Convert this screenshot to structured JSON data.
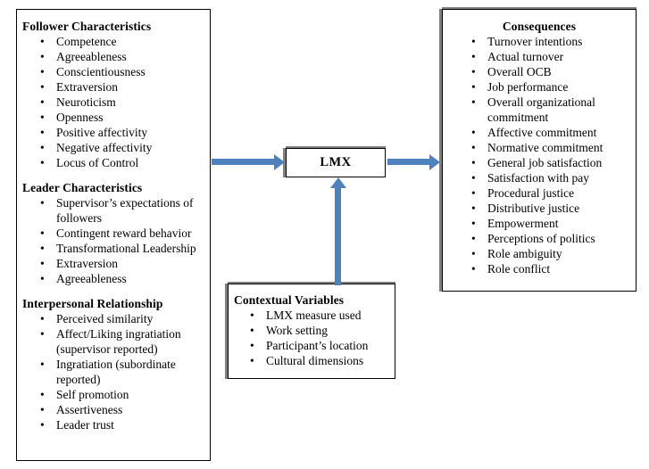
{
  "diagram": {
    "title_implied": "LMX antecedents, contextual variables and consequences model",
    "accent_color": "#4f81bd",
    "border_color": "#000000",
    "shadow_color": "#808080",
    "bullet_glyph": "•"
  },
  "antecedents_box": {
    "name": "antecedents",
    "groups": [
      {
        "heading": "Follower Characteristics",
        "items": [
          "Competence",
          "Agreeableness",
          "Conscientiousness",
          "Extraversion",
          "Neuroticism",
          "Openness",
          "Positive affectivity",
          "Negative affectivity",
          "Locus of Control"
        ]
      },
      {
        "heading": "Leader Characteristics",
        "items": [
          "Supervisor’s expectations of followers",
          "Contingent reward behavior",
          "Transformational Leadership",
          "Extraversion",
          "Agreeableness"
        ]
      },
      {
        "heading": "Interpersonal Relationship",
        "items": [
          "Perceived similarity",
          "Affect/Liking ingratiation (supervisor reported)",
          "Ingratiation (subordinate reported)",
          "Self promotion",
          "Assertiveness",
          "Leader trust"
        ]
      }
    ]
  },
  "lmx_box": {
    "label": "LMX"
  },
  "contextual_box": {
    "heading": "Contextual Variables",
    "items": [
      "LMX measure used",
      "Work setting",
      "Participant’s location",
      "Cultural dimensions"
    ]
  },
  "consequences_box": {
    "heading": "Consequences",
    "items": [
      "Turnover intentions",
      "Actual turnover",
      "Overall OCB",
      "Job performance",
      "Overall organizational commitment",
      "Affective commitment",
      "Normative commitment",
      "General job satisfaction",
      "Satisfaction with pay",
      "Procedural justice",
      "Distributive justice",
      "Empowerment",
      "Perceptions of politics",
      "Role ambiguity",
      "Role conflict"
    ]
  },
  "arrows": [
    {
      "name": "antecedents-to-lmx",
      "from": "antecedents",
      "to": "LMX",
      "direction": "right"
    },
    {
      "name": "lmx-to-consequences",
      "from": "LMX",
      "to": "consequences",
      "direction": "right"
    },
    {
      "name": "contextual-to-lmx",
      "from": "contextual variables",
      "to": "LMX",
      "direction": "up"
    }
  ]
}
